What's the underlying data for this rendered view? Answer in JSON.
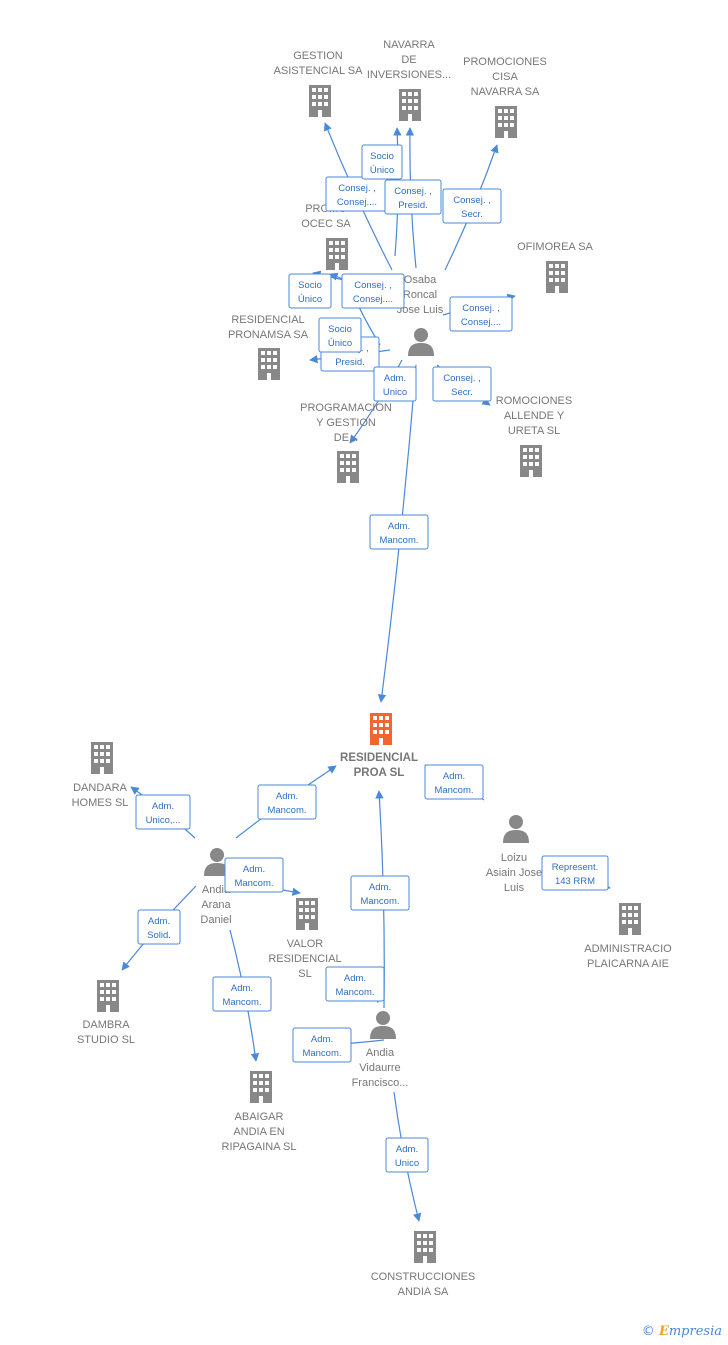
{
  "colors": {
    "company_icon": "#888888",
    "main_company_icon": "#f26430",
    "person_icon": "#888888",
    "edge": "#4a88d8",
    "edge_label_text": "#2e6fc4",
    "node_text": "#777777"
  },
  "nodes": [
    {
      "id": "gestion",
      "type": "company",
      "label": [
        "GESTION",
        "ASISTENCIAL SA"
      ]
    },
    {
      "id": "navarra",
      "type": "company",
      "label": [
        "NAVARRA",
        "DE",
        "INVERSIONES..."
      ]
    },
    {
      "id": "cisa",
      "type": "company",
      "label": [
        "PROMOCIONES",
        "CISA",
        "NAVARRA SA"
      ]
    },
    {
      "id": "ocec",
      "type": "company",
      "label": [
        "PROMO",
        "OCEC SA"
      ]
    },
    {
      "id": "ofimorea",
      "type": "company",
      "label": [
        "OFIMOREA SA"
      ]
    },
    {
      "id": "pronamsa",
      "type": "company",
      "label": [
        "RESIDENCIAL",
        "PRONAMSA SA"
      ]
    },
    {
      "id": "programacion",
      "type": "company",
      "label": [
        "PROGRAMACION",
        "Y GESTION",
        "DE..."
      ]
    },
    {
      "id": "allende",
      "type": "company",
      "label": [
        "ROMOCIONES",
        "ALLENDE Y",
        "URETA SL"
      ]
    },
    {
      "id": "osaba",
      "type": "person",
      "label": [
        "Osaba",
        "Roncal",
        "Jose Luis"
      ]
    },
    {
      "id": "proa",
      "type": "main",
      "label": [
        "RESIDENCIAL",
        "PROA  SL"
      ]
    },
    {
      "id": "dandara",
      "type": "company",
      "label": [
        "DANDARA",
        "HOMES  SL"
      ]
    },
    {
      "id": "andia_arana",
      "type": "person",
      "label": [
        "Andia",
        "Arana",
        "Daniel"
      ]
    },
    {
      "id": "dambra",
      "type": "company",
      "label": [
        "DAMBRA",
        "STUDIO  SL"
      ]
    },
    {
      "id": "valor",
      "type": "company",
      "label": [
        "VALOR",
        "RESIDENCIAL",
        "SL"
      ]
    },
    {
      "id": "abaigar",
      "type": "company",
      "label": [
        "ABAIGAR",
        "ANDIA EN",
        "RIPAGAINA  SL"
      ]
    },
    {
      "id": "andia_vidaurre",
      "type": "person",
      "label": [
        "Andia",
        "Vidaurre",
        "Francisco..."
      ]
    },
    {
      "id": "construcciones",
      "type": "company",
      "label": [
        "CONSTRUCCIONES",
        "ANDIA SA"
      ]
    },
    {
      "id": "loizu",
      "type": "person",
      "label": [
        "Loizu",
        "Asiain Jose",
        "Luis"
      ]
    },
    {
      "id": "administracio",
      "type": "company",
      "label": [
        "ADMINISTRACIO",
        "PLAICARNA AIE"
      ]
    }
  ],
  "edges": [
    {
      "from": "osaba",
      "to": "gestion",
      "label": [
        "Consej. ,",
        "Consej...."
      ]
    },
    {
      "from": "osaba",
      "to": "navarra",
      "label": [
        "Socio",
        "Único"
      ]
    },
    {
      "from": "osaba",
      "to": "navarra",
      "label": [
        "Consej. ,",
        "Presid."
      ]
    },
    {
      "from": "osaba",
      "to": "cisa",
      "label": [
        "Consej. ,",
        "Secr."
      ]
    },
    {
      "from": "osaba",
      "to": "ocec",
      "label": [
        "Socio",
        "Único"
      ]
    },
    {
      "from": "osaba",
      "to": "ocec",
      "label": [
        "Consej. ,",
        "Consej...."
      ]
    },
    {
      "from": "osaba",
      "to": "ofimorea",
      "label": [
        "Consej. ,",
        "Consej...."
      ]
    },
    {
      "from": "osaba",
      "to": "pronamsa",
      "label": [
        "Consej. ,",
        "Presid."
      ]
    },
    {
      "from": "osaba",
      "to": "programacion",
      "label": [
        "Socio",
        "Único"
      ]
    },
    {
      "from": "osaba",
      "to": "programacion",
      "label": [
        "Adm.",
        "Unico"
      ]
    },
    {
      "from": "osaba",
      "to": "allende",
      "label": [
        "Consej. ,",
        "Secr."
      ]
    },
    {
      "from": "osaba",
      "to": "proa",
      "label": [
        "Adm.",
        "Mancom."
      ]
    },
    {
      "from": "andia_arana",
      "to": "proa",
      "label": [
        "Adm.",
        "Mancom."
      ]
    },
    {
      "from": "andia_arana",
      "to": "dandara",
      "label": [
        "Adm.",
        "Unico,..."
      ]
    },
    {
      "from": "andia_arana",
      "to": "dambra",
      "label": [
        "Adm.",
        "Solid."
      ]
    },
    {
      "from": "andia_arana",
      "to": "abaigar",
      "label": [
        "Adm.",
        "Mancom."
      ]
    },
    {
      "from": "andia_arana",
      "to": "valor",
      "label": [
        "Adm.",
        "Mancom."
      ]
    },
    {
      "from": "andia_vidaurre",
      "to": "proa",
      "label": [
        "Adm.",
        "Mancom."
      ]
    },
    {
      "from": "andia_vidaurre",
      "to": "valor",
      "label": [
        "Adm.",
        "Mancom."
      ]
    },
    {
      "from": "andia_vidaurre",
      "to": "abaigar",
      "label": [
        "Adm.",
        "Mancom."
      ]
    },
    {
      "from": "andia_vidaurre",
      "to": "construcciones",
      "label": [
        "Adm.",
        "Unico"
      ]
    },
    {
      "from": "loizu",
      "to": "proa",
      "label": [
        "Adm.",
        "Mancom."
      ]
    },
    {
      "from": "loizu",
      "to": "administracio",
      "label": [
        "Represent.",
        "143 RRM"
      ]
    }
  ],
  "footer": {
    "copyright": "©",
    "brand_first": "E",
    "brand_rest": "mpresia"
  }
}
